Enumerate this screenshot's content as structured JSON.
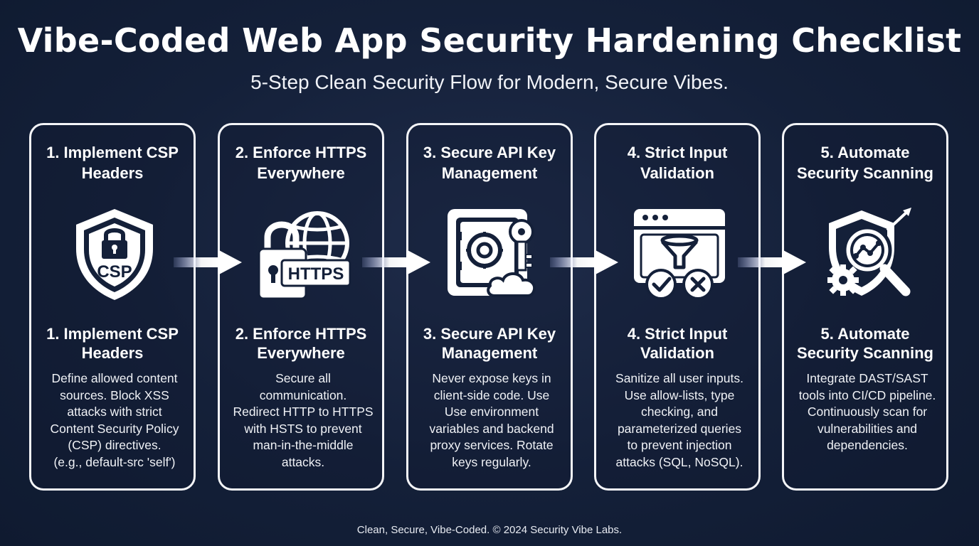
{
  "title": "Vibe-Coded Web App Security Hardening Checklist",
  "subtitle": "5-Step Clean Security Flow for Modern, Secure Vibes.",
  "steps": [
    {
      "heading_line1": "1. Implement CSP",
      "heading_line2": "Headers",
      "icon": "shield-lock-csp-icon",
      "icon_text": "CSP",
      "desc_lines": [
        "Define allowed content",
        "sources. Block XSS",
        "attacks with strict",
        "Content Security Policy",
        "(CSP) directives.",
        "(e.g., default-src 'self')"
      ]
    },
    {
      "heading_line1": "2. Enforce HTTPS",
      "heading_line2": "Everywhere",
      "icon": "padlock-globe-https-icon",
      "icon_text": "HTTPS",
      "desc_lines": [
        "Secure all",
        "communication.",
        "Redirect HTTP to HTTPS",
        "with HSTS to prevent",
        "man-in-the-middle",
        "attacks."
      ]
    },
    {
      "heading_line1": "3. Secure API Key",
      "heading_line2": "Management",
      "icon": "safe-key-cloud-icon",
      "desc_lines": [
        "Never expose keys in",
        "client-side code. Use",
        "Use environment",
        "variables and backend",
        "proxy services. Rotate",
        "keys regularly."
      ]
    },
    {
      "heading_line1": "4. Strict Input",
      "heading_line2": "Validation",
      "icon": "browser-filter-check-icon",
      "desc_lines": [
        "Sanitize all user inputs.",
        "Use allow-lists, type",
        "checking, and",
        "parameterized queries",
        "to prevent injection",
        "attacks (SQL, NoSQL)."
      ]
    },
    {
      "heading_line1": "5. Automate",
      "heading_line2": "Security Scanning",
      "icon": "shield-magnifier-gear-icon",
      "desc_lines": [
        "Integrate DAST/SAST",
        "tools into CI/CD pipeline.",
        "Continuously scan for",
        "vulnerabilities and",
        "dependencies."
      ]
    }
  ],
  "footer": "Clean, Secure, Vibe-Coded. © 2024 Security Vibe Labs.",
  "colors": {
    "background": "#142039",
    "foreground": "#ffffff",
    "arrow_glow": "#b8c4ff"
  }
}
